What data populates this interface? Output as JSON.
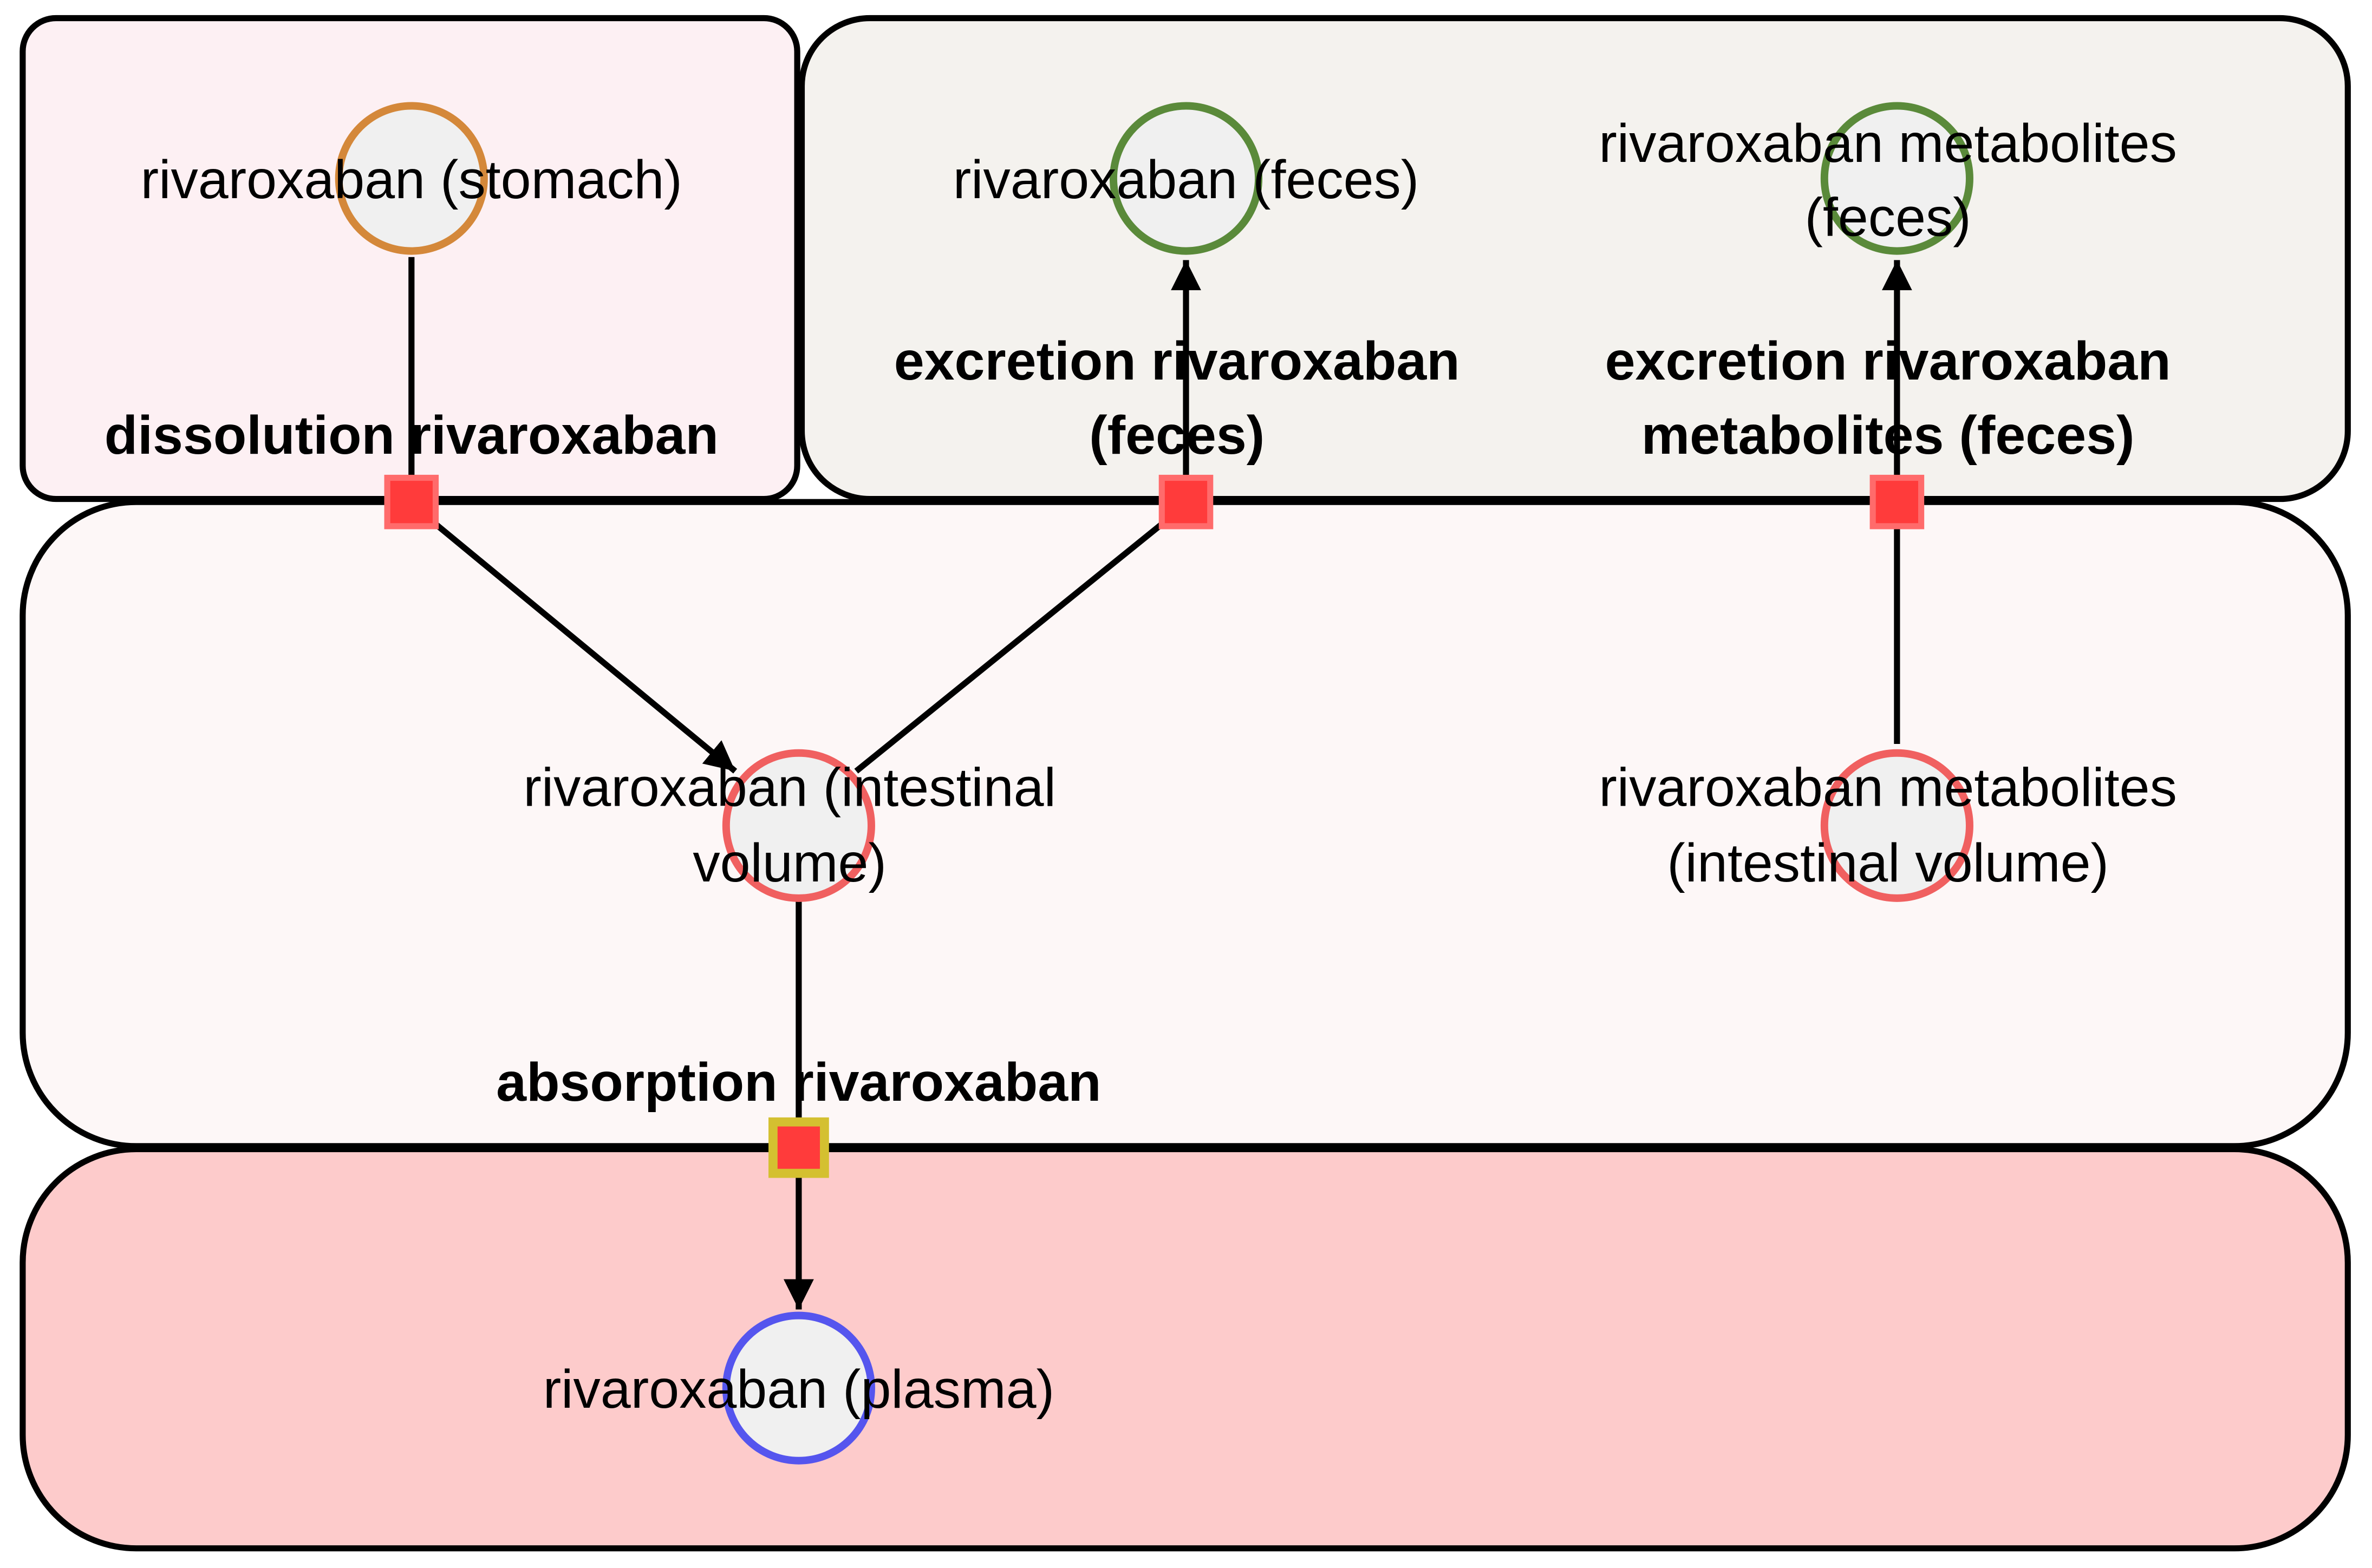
{
  "compartments": [
    {
      "id": "stomach",
      "fill": "#fdf0f3"
    },
    {
      "id": "feces",
      "fill": "#f4f2ee"
    },
    {
      "id": "intestine",
      "fill": "#fdf7f7"
    },
    {
      "id": "plasma",
      "fill": "#fdcbcb"
    }
  ],
  "species": {
    "rivaroxaban_stomach": {
      "line1": "rivaroxaban (stomach)",
      "line2": "",
      "stroke": "#d4883a"
    },
    "rivaroxaban_feces": {
      "line1": "rivaroxaban (feces)",
      "line2": "",
      "stroke": "#5a8a3a"
    },
    "metabolites_feces": {
      "line1": "rivaroxaban metabolites",
      "line2": "(feces)",
      "stroke": "#5a8a3a"
    },
    "rivaroxaban_intestinal": {
      "line1": "rivaroxaban (intestinal",
      "line2": "volume)",
      "stroke": "#f06060"
    },
    "metabolites_intestinal": {
      "line1": "rivaroxaban metabolites",
      "line2": "(intestinal volume)",
      "stroke": "#f06060"
    },
    "rivaroxaban_plasma": {
      "line1": "rivaroxaban (plasma)",
      "line2": "",
      "stroke": "#5555ee"
    }
  },
  "reactions": {
    "dissolution": {
      "line1": "dissolution rivaroxaban",
      "line2": ""
    },
    "excretion_feces": {
      "line1": "excretion rivaroxaban",
      "line2": "(feces)"
    },
    "excretion_metabolites": {
      "line1": "excretion rivaroxaban",
      "line2": "metabolites (feces)"
    },
    "absorption": {
      "line1": "absorption rivaroxaban",
      "line2": ""
    }
  },
  "colors": {
    "species_fill": "#f0f0f0",
    "reaction_node": "#ff3b3b",
    "absorption_node_border": "#d4c030",
    "edge": "#000000"
  }
}
